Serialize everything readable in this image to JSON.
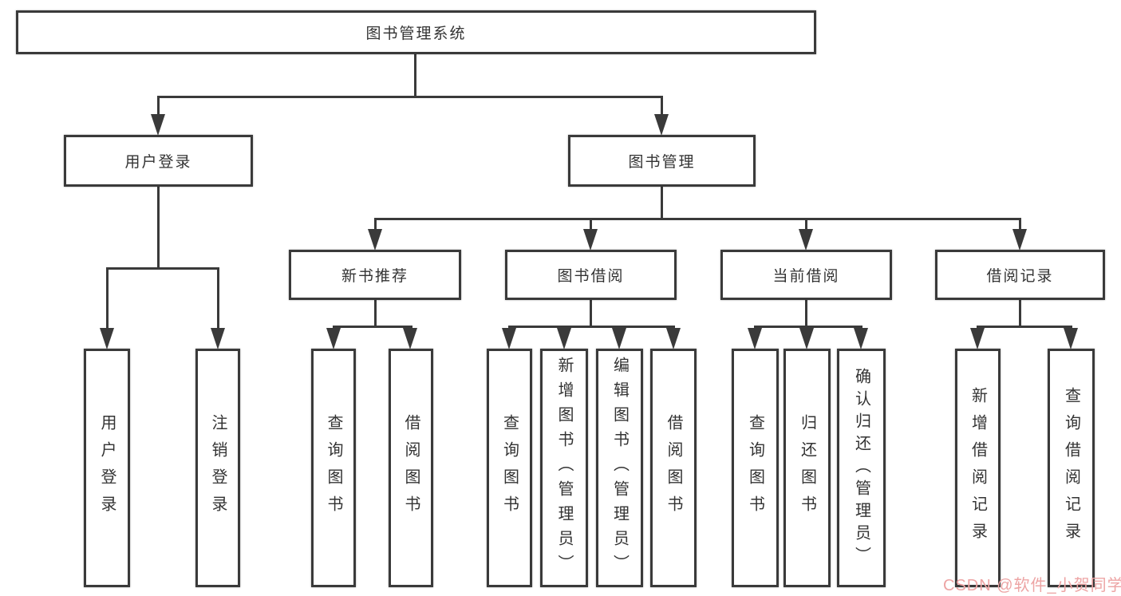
{
  "root": {
    "label": "图书管理系统"
  },
  "level2": {
    "user_login": {
      "label": "用户登录"
    },
    "book_management": {
      "label": "图书管理"
    }
  },
  "level3": {
    "new_book_recommend": {
      "label": "新书推荐"
    },
    "book_borrowing": {
      "label": "图书借阅"
    },
    "current_borrowing": {
      "label": "当前借阅"
    },
    "borrowing_records": {
      "label": "借阅记录"
    }
  },
  "leaves": {
    "user_login": {
      "label": "用户登录"
    },
    "logout": {
      "label": "注销登录"
    },
    "new_query_books": {
      "label": "查询图书"
    },
    "new_borrow_books": {
      "label": "借阅图书"
    },
    "borrow_query_books": {
      "label": "查询图书"
    },
    "borrow_add_books": {
      "label": "新增图书（管理员）"
    },
    "borrow_edit_books": {
      "label": "编辑图书（管理员）"
    },
    "borrow_borrow_books": {
      "label": "借阅图书"
    },
    "current_query_books": {
      "label": "查询图书"
    },
    "current_return_books": {
      "label": "归还图书"
    },
    "current_confirm_return": {
      "label": "确认归还（管理员）"
    },
    "records_add_record": {
      "label": "新增借阅记录"
    },
    "records_query_record": {
      "label": "查询借阅记录"
    }
  },
  "watermark": {
    "text": "CSDN @软件_小贺同学"
  },
  "colors": {
    "line": "#3a3a3a",
    "box_border": "#3a3a3a",
    "text": "#333333",
    "background": "#ffffff",
    "watermark": "#eda4a4"
  }
}
